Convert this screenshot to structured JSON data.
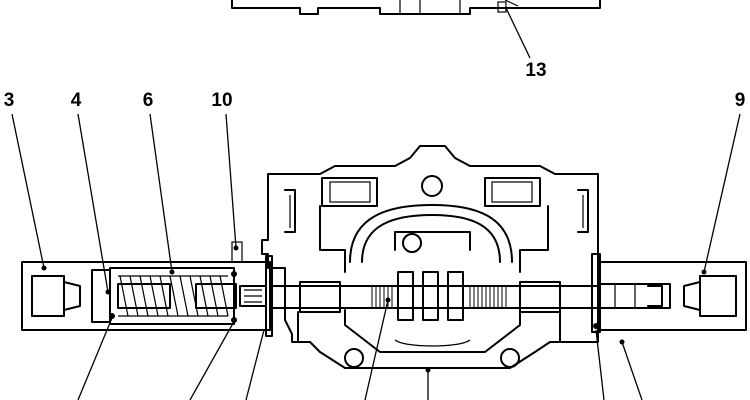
{
  "callouts": {
    "c13": "13",
    "c3": "3",
    "c4": "4",
    "c6": "6",
    "c10": "10",
    "c9": "9"
  }
}
